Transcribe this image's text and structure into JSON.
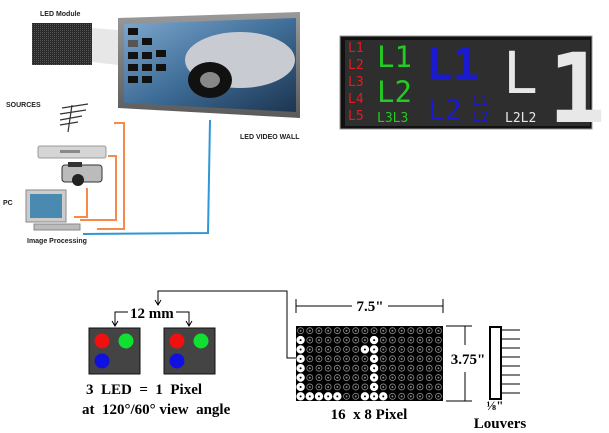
{
  "top_diagram": {
    "led_module_label": "LED Module",
    "sources_label": "SOURCES",
    "video_wall_label": "LED VIDEO WALL",
    "pc_label": "PC",
    "image_processing_label": "Image Processing",
    "cable_colors": {
      "source": "#f58a4a",
      "output": "#2f97d6"
    }
  },
  "led_sign": {
    "red_lines": [
      "L1",
      "L2",
      "L3",
      "L4",
      "L5"
    ],
    "green_big": [
      "L1",
      "L2"
    ],
    "green_small": "L3L3",
    "blue_big": "L1",
    "blue_row2_big": "L2",
    "blue_row2_small": [
      "L1",
      "L2"
    ],
    "white_big": "L",
    "white_small": "L2L2",
    "white_huge": "1",
    "colors": {
      "red": "#e41c1c",
      "green": "#22cc22",
      "blue": "#1a1ad0",
      "white": "#e8e8e8"
    }
  },
  "pixel_diagram": {
    "pitch_label": "12 mm",
    "pixel_equation": "3  LED  =  1  Pixel",
    "view_angle": "at  120°/60° view  angle",
    "width_label": "7.5\"",
    "height_label": "3.75\"",
    "matrix_label": "16  x 8 Pixel",
    "louver_size": "⅛\"",
    "louvers_label": "Louvers",
    "matrix_cols": 16,
    "matrix_rows": 8,
    "lit_pixels": [
      [
        1,
        0
      ],
      [
        2,
        0
      ],
      [
        3,
        0
      ],
      [
        4,
        0
      ],
      [
        5,
        0
      ],
      [
        6,
        0
      ],
      [
        7,
        0
      ],
      [
        7,
        1
      ],
      [
        7,
        2
      ],
      [
        7,
        3
      ],
      [
        7,
        4
      ],
      [
        1,
        8
      ],
      [
        2,
        8
      ],
      [
        3,
        8
      ],
      [
        4,
        8
      ],
      [
        5,
        8
      ],
      [
        6,
        8
      ],
      [
        7,
        8
      ],
      [
        2,
        7
      ],
      [
        7,
        7
      ],
      [
        7,
        9
      ]
    ]
  }
}
